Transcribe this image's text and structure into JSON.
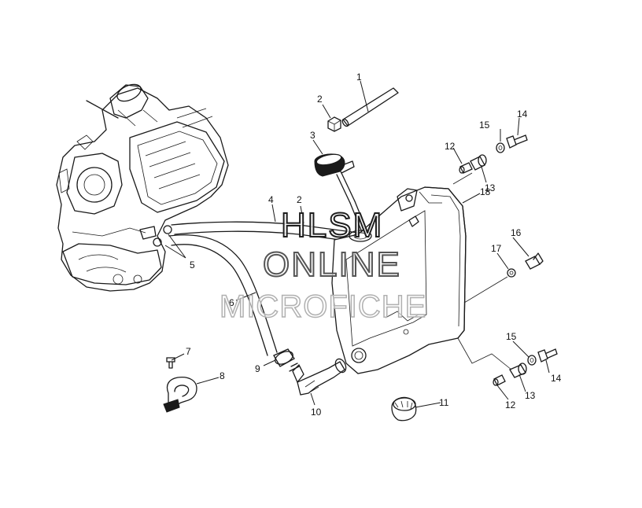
{
  "callouts": [
    {
      "id": "c1",
      "label": "1"
    },
    {
      "id": "c2a",
      "label": "2"
    },
    {
      "id": "c2b",
      "label": "2"
    },
    {
      "id": "c3",
      "label": "3"
    },
    {
      "id": "c4",
      "label": "4"
    },
    {
      "id": "c5",
      "label": "5"
    },
    {
      "id": "c6",
      "label": "6"
    },
    {
      "id": "c7",
      "label": "7"
    },
    {
      "id": "c8",
      "label": "8"
    },
    {
      "id": "c9",
      "label": "9"
    },
    {
      "id": "c10",
      "label": "10"
    },
    {
      "id": "c11",
      "label": "11"
    },
    {
      "id": "c12a",
      "label": "12"
    },
    {
      "id": "c12b",
      "label": "12"
    },
    {
      "id": "c13a",
      "label": "13"
    },
    {
      "id": "c13b",
      "label": "13"
    },
    {
      "id": "c14a",
      "label": "14"
    },
    {
      "id": "c14b",
      "label": "14"
    },
    {
      "id": "c15a",
      "label": "15"
    },
    {
      "id": "c15b",
      "label": "15"
    },
    {
      "id": "c16",
      "label": "16"
    },
    {
      "id": "c17",
      "label": "17"
    },
    {
      "id": "c18",
      "label": "18"
    }
  ],
  "watermark": {
    "line1": "HLSM",
    "line2": "ONLINE",
    "line3": "MICROFICHE"
  },
  "colors": {
    "line": "#1a1a1a",
    "background": "#ffffff"
  }
}
